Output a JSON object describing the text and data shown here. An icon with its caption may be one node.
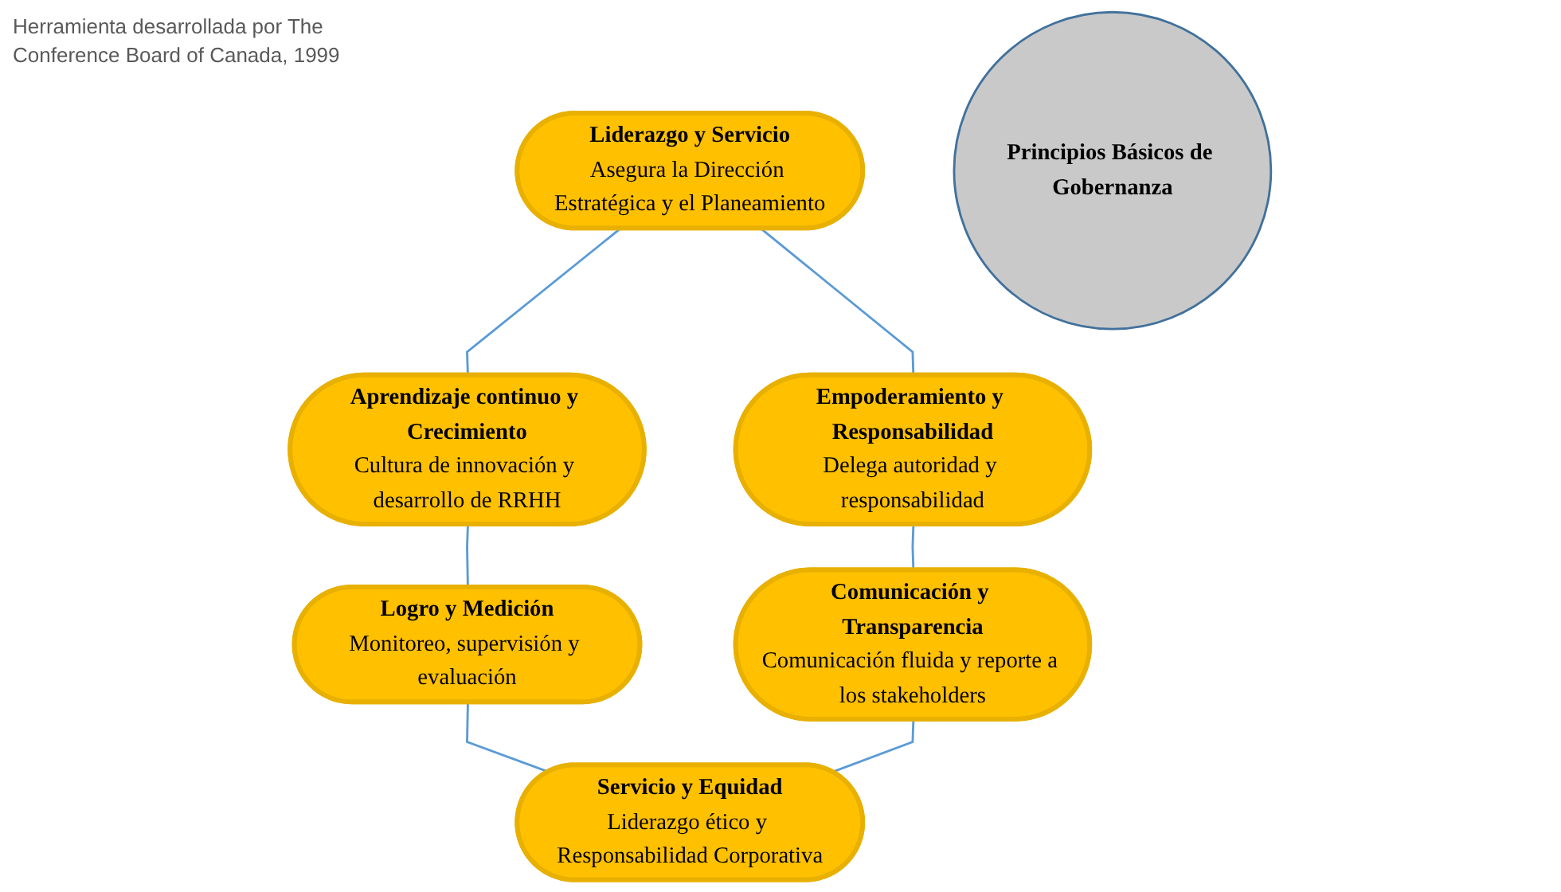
{
  "diagram": {
    "nodes": [
      {
        "text": [
          "Liderazgo y Servicio",
          "Asegura la Dirección Estratégica y el Planeamiento"
        ]
      },
      {
        "text": [
          "Aprendizaje continuo y Crecimiento",
          "Cultura de innovación y desarrollo de RRHH"
        ]
      },
      {
        "text": [
          "Empoderamiento y Responsabilidad",
          "Delega autoridad y responsabilidad"
        ]
      },
      {
        "text": [
          "Principios Básicos de Gobernanza"
        ]
      },
      {
        "text": [
          "Logro y Medición",
          "Monitoreo, supervisión y evaluación"
        ]
      },
      {
        "text": [
          "Comunicación y Transparencia",
          "Comunicación fluida y reporte a los stakeholders"
        ]
      },
      {
        "text": [
          "Servicio y Equidad",
          "Liderazgo ético y Responsabilidad Corporativa"
        ]
      }
    ],
    "edges": [
      {
        "from": 0,
        "to": 1,
        "arrow": "none"
      },
      {
        "from": 0,
        "to": 2,
        "arrow": "none"
      },
      {
        "from": 1,
        "to": 4,
        "arrow": "none"
      },
      {
        "from": 2,
        "to": 5,
        "arrow": "none"
      },
      {
        "from": 4,
        "to": 6,
        "arrow": "none"
      },
      {
        "from": 5,
        "to": 6,
        "arrow": "none"
      }
    ],
    "labels": [
      "Herramienta desarrollada por The Conference Board of Canada, 1999"
    ]
  }
}
